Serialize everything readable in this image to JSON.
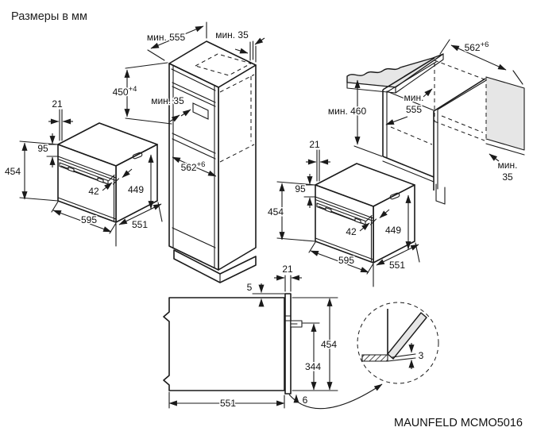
{
  "title": "Размеры в мм",
  "model_label": "MAUNFELD MCMO5016",
  "colors": {
    "line": "#1a1a1a",
    "panel_fill": "#e6e6e6"
  },
  "oven": {
    "door_thickness": "21",
    "panel_height": "95",
    "height": "454",
    "handle_depth": "42",
    "body_height": "449",
    "width": "595",
    "depth": "551"
  },
  "column": {
    "min_depth": "мин. 555",
    "min_top_gap": "мин. 35",
    "niche_height_main": "450",
    "niche_height_sup": "+4",
    "min_vent_gap": "мин. 35",
    "niche_width_main": "562",
    "niche_width_sup": "+6"
  },
  "base": {
    "niche_width_main": "562",
    "niche_width_sup": "+6",
    "min_height": "мин. 460",
    "min_depth_line1": "мин.",
    "min_depth_line2": "555",
    "min_gap_line1": "мин.",
    "min_gap_line2": "35"
  },
  "section": {
    "front_gap": "5",
    "door_thickness": "21",
    "height": "454",
    "handle_height": "344",
    "depth": "551",
    "bottom_gap": "6"
  },
  "detail": {
    "door_gap": "3"
  }
}
